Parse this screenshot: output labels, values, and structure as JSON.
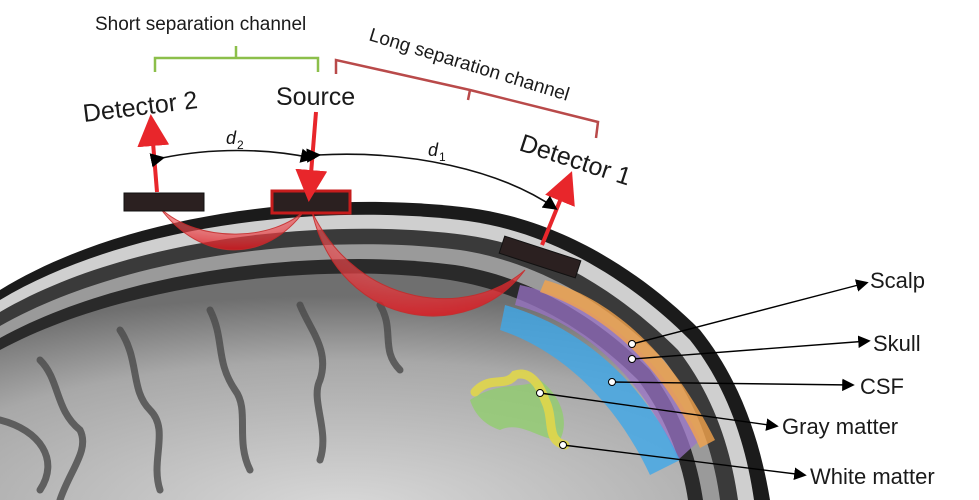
{
  "brackets": {
    "short_label": "Short separation channel",
    "short_color": "#8cbf4a",
    "long_label": "Long separation channel",
    "long_color": "#b94a4a"
  },
  "optodes": {
    "detector2": "Detector 2",
    "source": "Source",
    "detector1": "Detector 1",
    "arrow_color": "#e8262b"
  },
  "distances": {
    "d2": {
      "base": "d",
      "sub": "2"
    },
    "d1": {
      "base": "d",
      "sub": "1"
    }
  },
  "layers": [
    {
      "label": "Scalp",
      "color": "#f2a24b"
    },
    {
      "label": "Skull",
      "color": "#9a73c7"
    },
    {
      "label": "CSF",
      "color": "#3ea8e8"
    },
    {
      "label": "Gray matter",
      "color": "#e0d64a"
    },
    {
      "label": "White matter",
      "color": "#8fcf6a"
    }
  ]
}
